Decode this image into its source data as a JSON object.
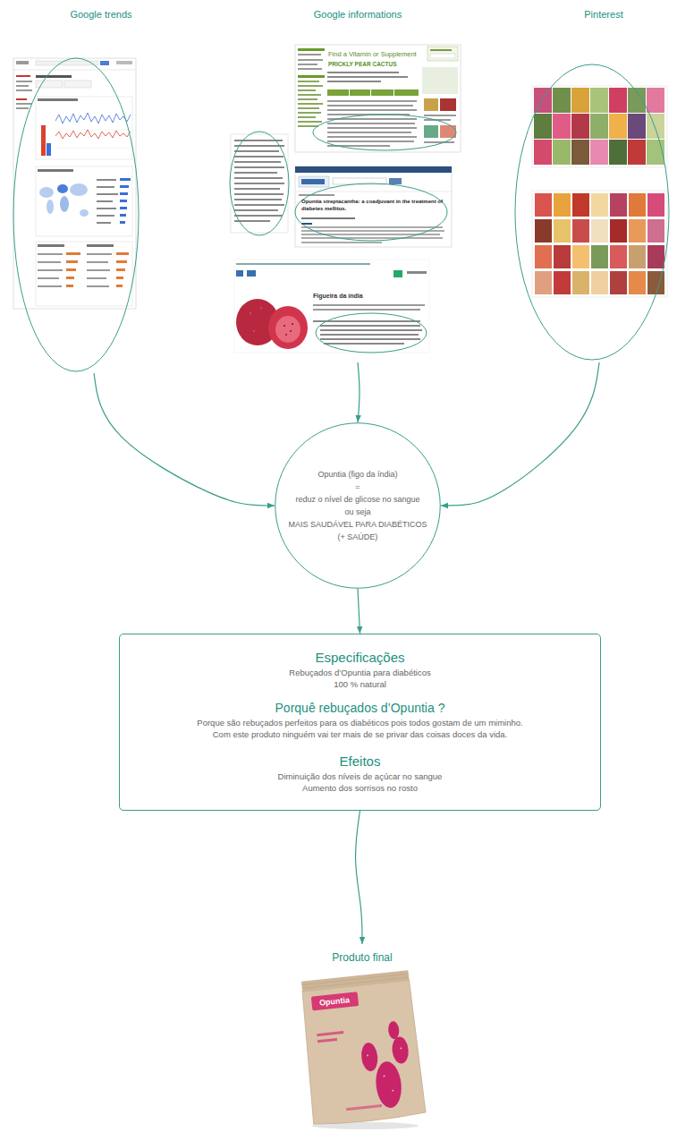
{
  "diagram": {
    "nodes": [
      {
        "text": [
          "Google trends"
        ]
      },
      {
        "text": [
          "Google informations"
        ]
      },
      {
        "text": [
          "Pinterest"
        ]
      },
      {
        "text": [
          "Opuntia (figo da índia)",
          "=",
          "reduz o nível de glicose no sangue",
          "ou seja",
          "MAIS SAUDÁVEL PARA DIABÉTICOS",
          "(+ SAÚDE)"
        ]
      },
      {
        "text": [
          "Especificações",
          "Rebuçados d’Opuntia para diabéticos",
          "100 % natural",
          "Porquê rebuçados d’Opuntia ?",
          "Porque são rebuçados perfeitos para os diabéticos pois todos gostam de um miminho.",
          "Com este produto ninguém vai ter mais de se privar das coisas doces da vida.",
          "Efeitos",
          "Diminuição dos níveis de açúcar no sangue",
          "Aumento dos sorrisos no rosto"
        ]
      },
      {
        "text": [
          "Produto final"
        ]
      }
    ],
    "edges": [
      {
        "from": 0,
        "to": 3,
        "arrow": "to"
      },
      {
        "from": 1,
        "to": 3,
        "arrow": "to"
      },
      {
        "from": 2,
        "to": 3,
        "arrow": "to"
      },
      {
        "from": 3,
        "to": 4,
        "arrow": "to"
      },
      {
        "from": 4,
        "to": 5,
        "arrow": "to"
      }
    ],
    "labels": [
      "Find a Vitamin or Supplement",
      "PRICKLY PEAR CACTUS",
      "Opuntia streptacantha: a coadjuvant in the treatment of diabetes mellitus.",
      "Figueira da índia",
      "Opuntia"
    ]
  }
}
